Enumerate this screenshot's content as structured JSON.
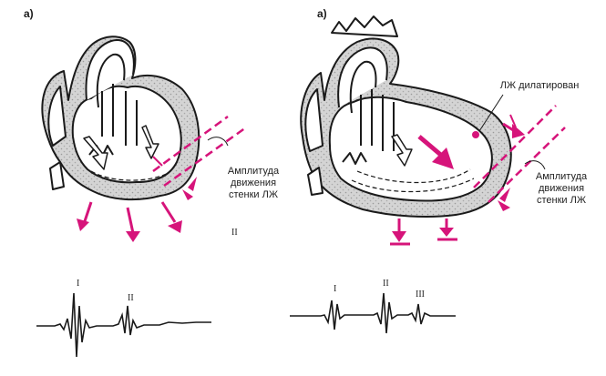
{
  "colors": {
    "accent": "#d6147a",
    "ink": "#1a1a1a",
    "fill": "#cfcfcf"
  },
  "left_panel": {
    "letter": "а)",
    "label_amplitude_line1": "Амплитуда",
    "label_amplitude_line2": "движения",
    "label_amplitude_line3": "стенки ЛЖ",
    "marker": "II",
    "ecg_labels": [
      "I",
      "II"
    ]
  },
  "right_panel": {
    "letter": "а)",
    "label_dilated": "ЛЖ дилатирован",
    "label_amplitude_line1": "Амплитуда",
    "label_amplitude_line2": "движения",
    "label_amplitude_line3": "стенки ЛЖ",
    "ecg_labels": [
      "I",
      "II",
      "III"
    ]
  }
}
